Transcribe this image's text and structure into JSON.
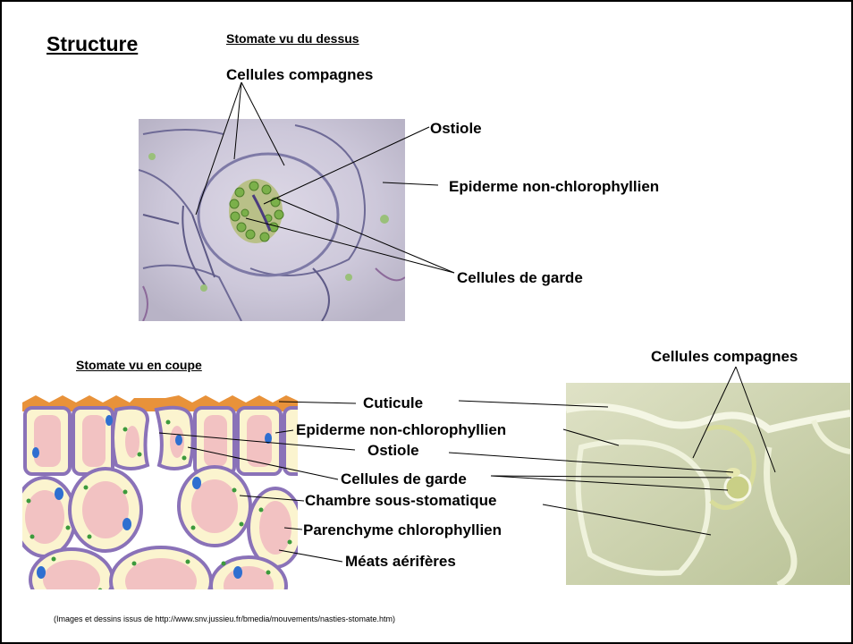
{
  "slide": {
    "title": "Structure",
    "top_heading": "Stomate vu du dessus",
    "bottom_heading": "Stomate vu en coupe",
    "credit": "(Images et dessins issus de http://www.snv.jussieu.fr/bmedia/mouvements/nasties-stomate.htm)"
  },
  "top_labels": {
    "companion": "Cellules compagnes",
    "ostiole": "Ostiole",
    "epidermis": "Epiderme non-chlorophyllien",
    "guard": "Cellules de garde"
  },
  "section_labels": {
    "cuticle": "Cuticule",
    "epidermis": "Epiderme non-chlorophyllien",
    "ostiole": "Ostiole",
    "guard": "Cellules de garde",
    "chamber": "Chambre sous-stomatique",
    "parenchyma": "Parenchyme chlorophyllien",
    "meats": "Méats aérifères",
    "companion": "Cellules compagnes"
  },
  "colors": {
    "cell_wall": "#8a72b8",
    "cytoplasm": "#fbf4cf",
    "vacuole": "#f2c2c2",
    "chloroplast": "#3c9a3c",
    "nucleus": "#2f6fd0",
    "cuticle": "#e8923a"
  }
}
